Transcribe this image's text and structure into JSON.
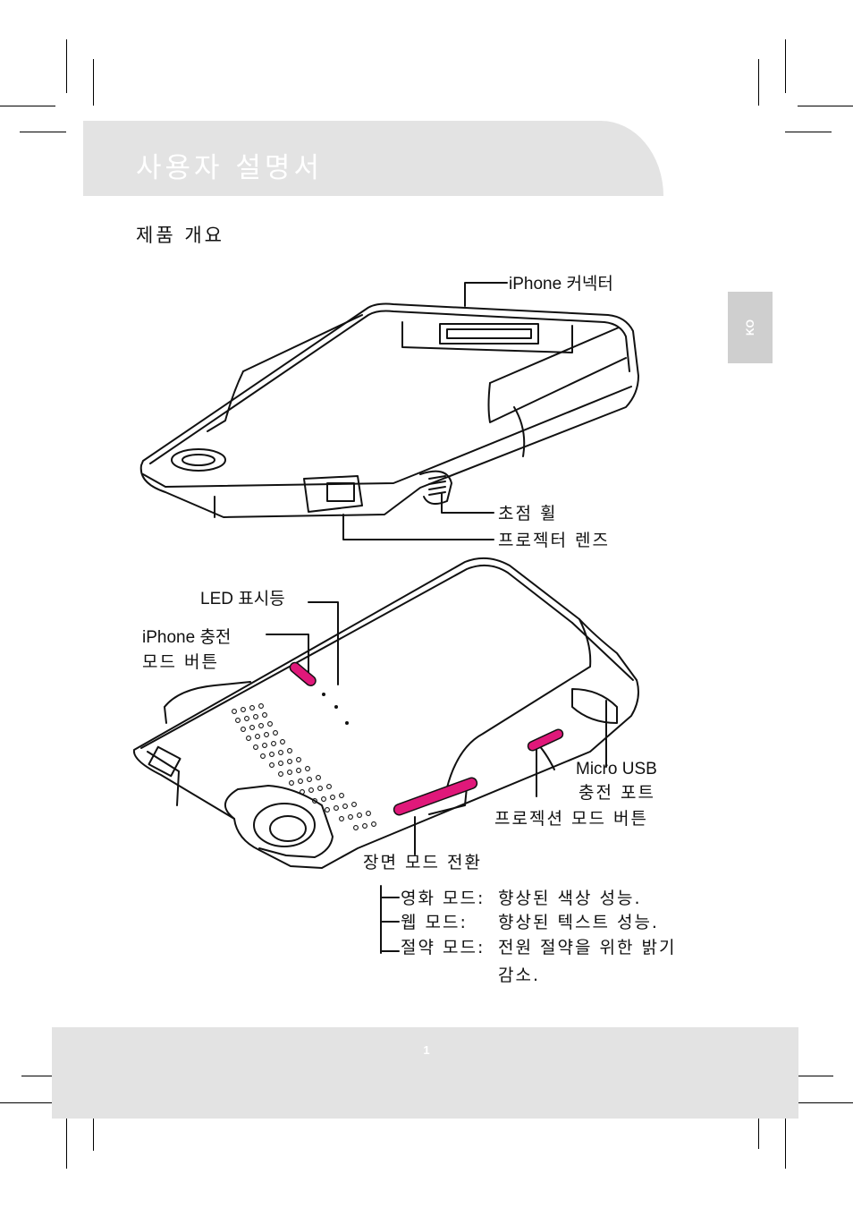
{
  "header": {
    "title": "사용자 설명서"
  },
  "section": {
    "title": "제품 개요"
  },
  "lang_tab": {
    "label": "KO"
  },
  "labels": {
    "iphone_connector": "iPhone 커넥터",
    "focus_wheel": "초점 휠",
    "projector_lens": "프로젝터 렌즈",
    "led_indicator": "LED 표시등",
    "iphone_charge_line1": "iPhone 충전",
    "iphone_charge_line2": "모드 버튼",
    "micro_usb_line1": "Micro USB",
    "micro_usb_line2": "충전 포트",
    "projection_mode_button": "프로젝션 모드 버튼",
    "scene_mode_switch": "장면 모드 전환"
  },
  "modes": [
    {
      "name": "영화 모드:",
      "desc": "향상된 색상 성능."
    },
    {
      "name": "웹 모드:",
      "desc": "향상된 텍스트 성능."
    },
    {
      "name": "절약 모드:",
      "desc": "전원 절약을 위한 밝기",
      "desc2": "감소."
    }
  ],
  "footer": {
    "page_number": "1"
  },
  "colors": {
    "band": "#e3e3e3",
    "accent_magenta": "#e0187a"
  }
}
